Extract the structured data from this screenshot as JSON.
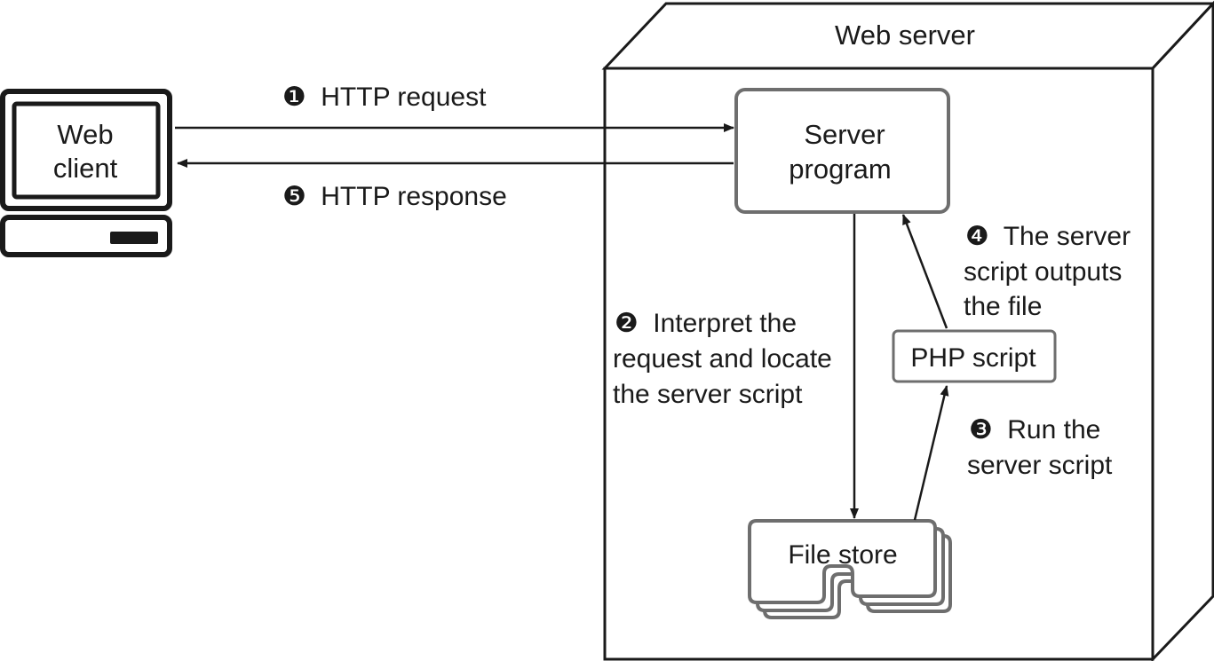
{
  "web_server": {
    "title": "Web server"
  },
  "web_client": {
    "line1": "Web",
    "line2": "client"
  },
  "server_program": {
    "line1": "Server",
    "line2": "program"
  },
  "php_script": {
    "label": "PHP script"
  },
  "file_store": {
    "label": "File store"
  },
  "steps": {
    "step1": {
      "marker": "❶",
      "text": "HTTP request"
    },
    "step2": {
      "marker": "❷",
      "line1": "Interpret the",
      "line2": "request and locate",
      "line3": "the server script"
    },
    "step3": {
      "marker": "❸",
      "line1": "Run the",
      "line2": "server script"
    },
    "step4": {
      "marker": "❹",
      "line1": "The server",
      "line2": "script outputs",
      "line3": "the file"
    },
    "step5": {
      "marker": "❺",
      "text": "HTTP response"
    }
  },
  "colors": {
    "stroke_dark": "#1a1a1a",
    "stroke_gray": "#6e6e6e",
    "fill": "#ffffff"
  }
}
